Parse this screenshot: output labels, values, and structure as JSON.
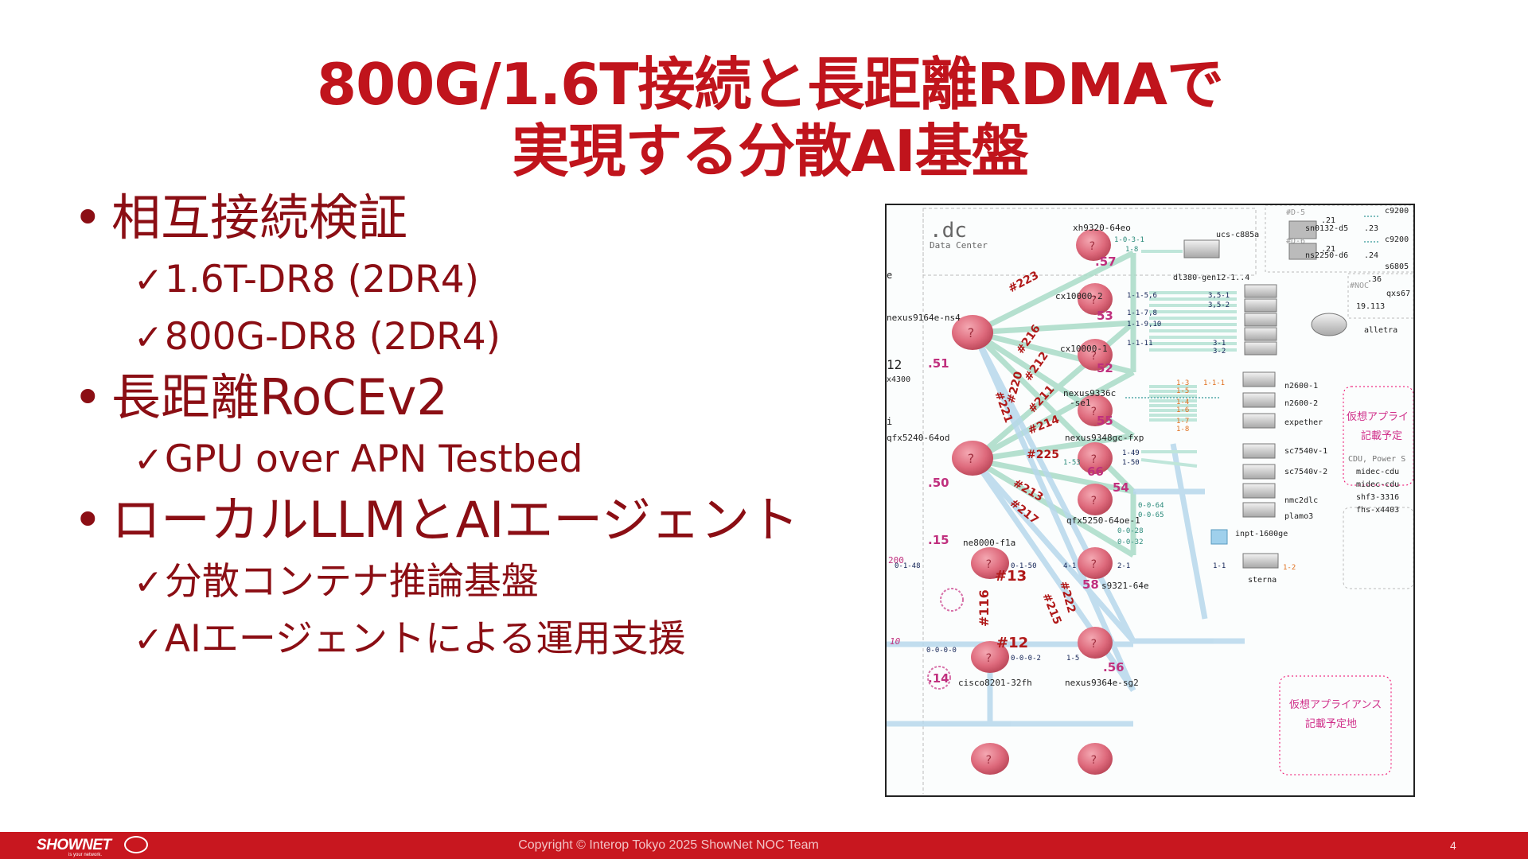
{
  "title": {
    "line1": "800G/1.6T接続と長距離RDMAで",
    "line2": "実現する分散AI基盤"
  },
  "bullets": [
    {
      "text": "相互接続検証",
      "subs": [
        "1.6T-DR8 (2DR4)",
        "800G-DR8 (2DR4)"
      ]
    },
    {
      "text": "長距離RoCEv2",
      "subs": [
        "GPU over APN Testbed"
      ]
    },
    {
      "text": "ローカルLLMとAIエージェント",
      "subs": [
        "分散コンテナ推論基盤",
        "AIエージェントによる運用支援"
      ]
    }
  ],
  "bullet_symbol": "•",
  "check_symbol": "✓",
  "diagram": {
    "zone_title": ".dc",
    "zone_subtitle": "Data Center",
    "nodes": {
      "xh9320": "xh9320-64eo",
      "ucs": "ucs-c885a",
      "cx10000_2": "cx10000-2",
      "cx10000_1": "cx10000-1",
      "nexus9164": "nexus9164e-ns4",
      "nexus9336": "nexus9336c",
      "nexus9336b": "-se1",
      "nexus9348": "nexus9348gc-fxp",
      "qfx5240": "qfx5240-64od",
      "qfx5250": "qfx5250-64oe-1",
      "ne8000": "ne8000-f1a",
      "s9321": "s9321-64e",
      "cisco8201": "cisco8201-32fh",
      "nexus9364": "nexus9364e-sg2",
      "dl380": "dl380-gen12-1..4",
      "alletra": "alletra",
      "n2600_1": "n2600-1",
      "n2600_2": "n2600-2",
      "expether": "expether",
      "sc7540v1": "sc7540v-1",
      "sc7540v2": "sc7540v-2",
      "nmc2dlc": "nmc2dlc",
      "plamo3": "plamo3",
      "inpt": "inpt-1600ge",
      "sterna": "sterna",
      "sn0132": "sn0132-d5",
      "ns2250": "ns2250-d6",
      "c9200a": "c9200",
      "c9200b": "c9200",
      "s6805": "s6805",
      "qxs67": "qxs67",
      "cdu_title": "CDU, Power S",
      "cdu1": "midec-cdu",
      "cdu2": "midec-cdu",
      "cdu3": "shf3-3316",
      "cdu4": "fhs-x4403"
    },
    "labels": {
      "d5": "#D-5",
      "d6": "#D-6",
      "noc": "#NOC",
      "v21a": ".21",
      "v23": ".23",
      "v21b": ".21",
      "v24": ".24",
      "v36": ".36",
      "v19113": "19.113",
      "left_e": "e",
      "left_12": "12",
      "left_x4300": "x4300",
      "left_i": "i",
      "left_200": "200",
      "left_10": "10"
    },
    "addresses": {
      "a57": ".57",
      "a53": "53",
      "a52": "52",
      "a51": ".51",
      "a55": "55",
      "a66": "66",
      "a54": "54",
      "a50": ".50",
      "a15": ".15",
      "a58": "58",
      "a14": ".14",
      "a56": ".56"
    },
    "circuits": {
      "c223": "#223",
      "c216": "#216",
      "c212": "#212",
      "c211": "#211",
      "c220": "#220",
      "c221": "#221",
      "c214": "#214",
      "c225": "#225",
      "c213": "#213",
      "c217": "#217",
      "c13": "#13",
      "c116": "#116",
      "c215": "#215",
      "c222": "#222",
      "c12": "#12"
    },
    "ports": {
      "p1": "1-0-3-1",
      "p2": "1-8",
      "p3": "0-1-48",
      "p4": "0-1-50",
      "p5": "4-1",
      "p6": "2-1",
      "p7": "1-1",
      "p8": "0-0-0-2",
      "p9": "1-5",
      "p10": "0-0-0-0",
      "p11": "1-49",
      "p12": "1-50",
      "p13": "1-53",
      "p14": "0-0-28",
      "p15": "0-0-32",
      "p16": "0-0-64",
      "p17": "0-0-65",
      "p18": "1-2"
    },
    "port_rows": [
      "1-1-5,6",
      "1-1-7,8",
      "1-1-9,10",
      "1-1-11",
      "3,5-1",
      "3,5-2",
      "3-1",
      "3-2"
    ],
    "orange_rows": [
      "1-3",
      "1-5",
      "1-4",
      "1-6",
      "1-7",
      "1-8",
      "1-1-1"
    ],
    "appliance_text": [
      "仮想アプライアンス",
      "記載予定地"
    ],
    "appliance_text_top": [
      "仮想アプライ",
      "記載予定"
    ],
    "colors": {
      "router_fill": "#e06a7a",
      "router_dark": "#c94a5a",
      "link_green": "#a9dcc8",
      "link_blue": "#b8d8ec",
      "address_pink": "#c0307e",
      "circuit_red": "#b01818",
      "port_teal": "#2a8a7a"
    }
  },
  "footer": {
    "logo": "SHOWNET",
    "logo_tagline": "is your network.",
    "copyright": "Copyright © Interop Tokyo 2025 ShowNet NOC Team",
    "page_number": "4"
  }
}
